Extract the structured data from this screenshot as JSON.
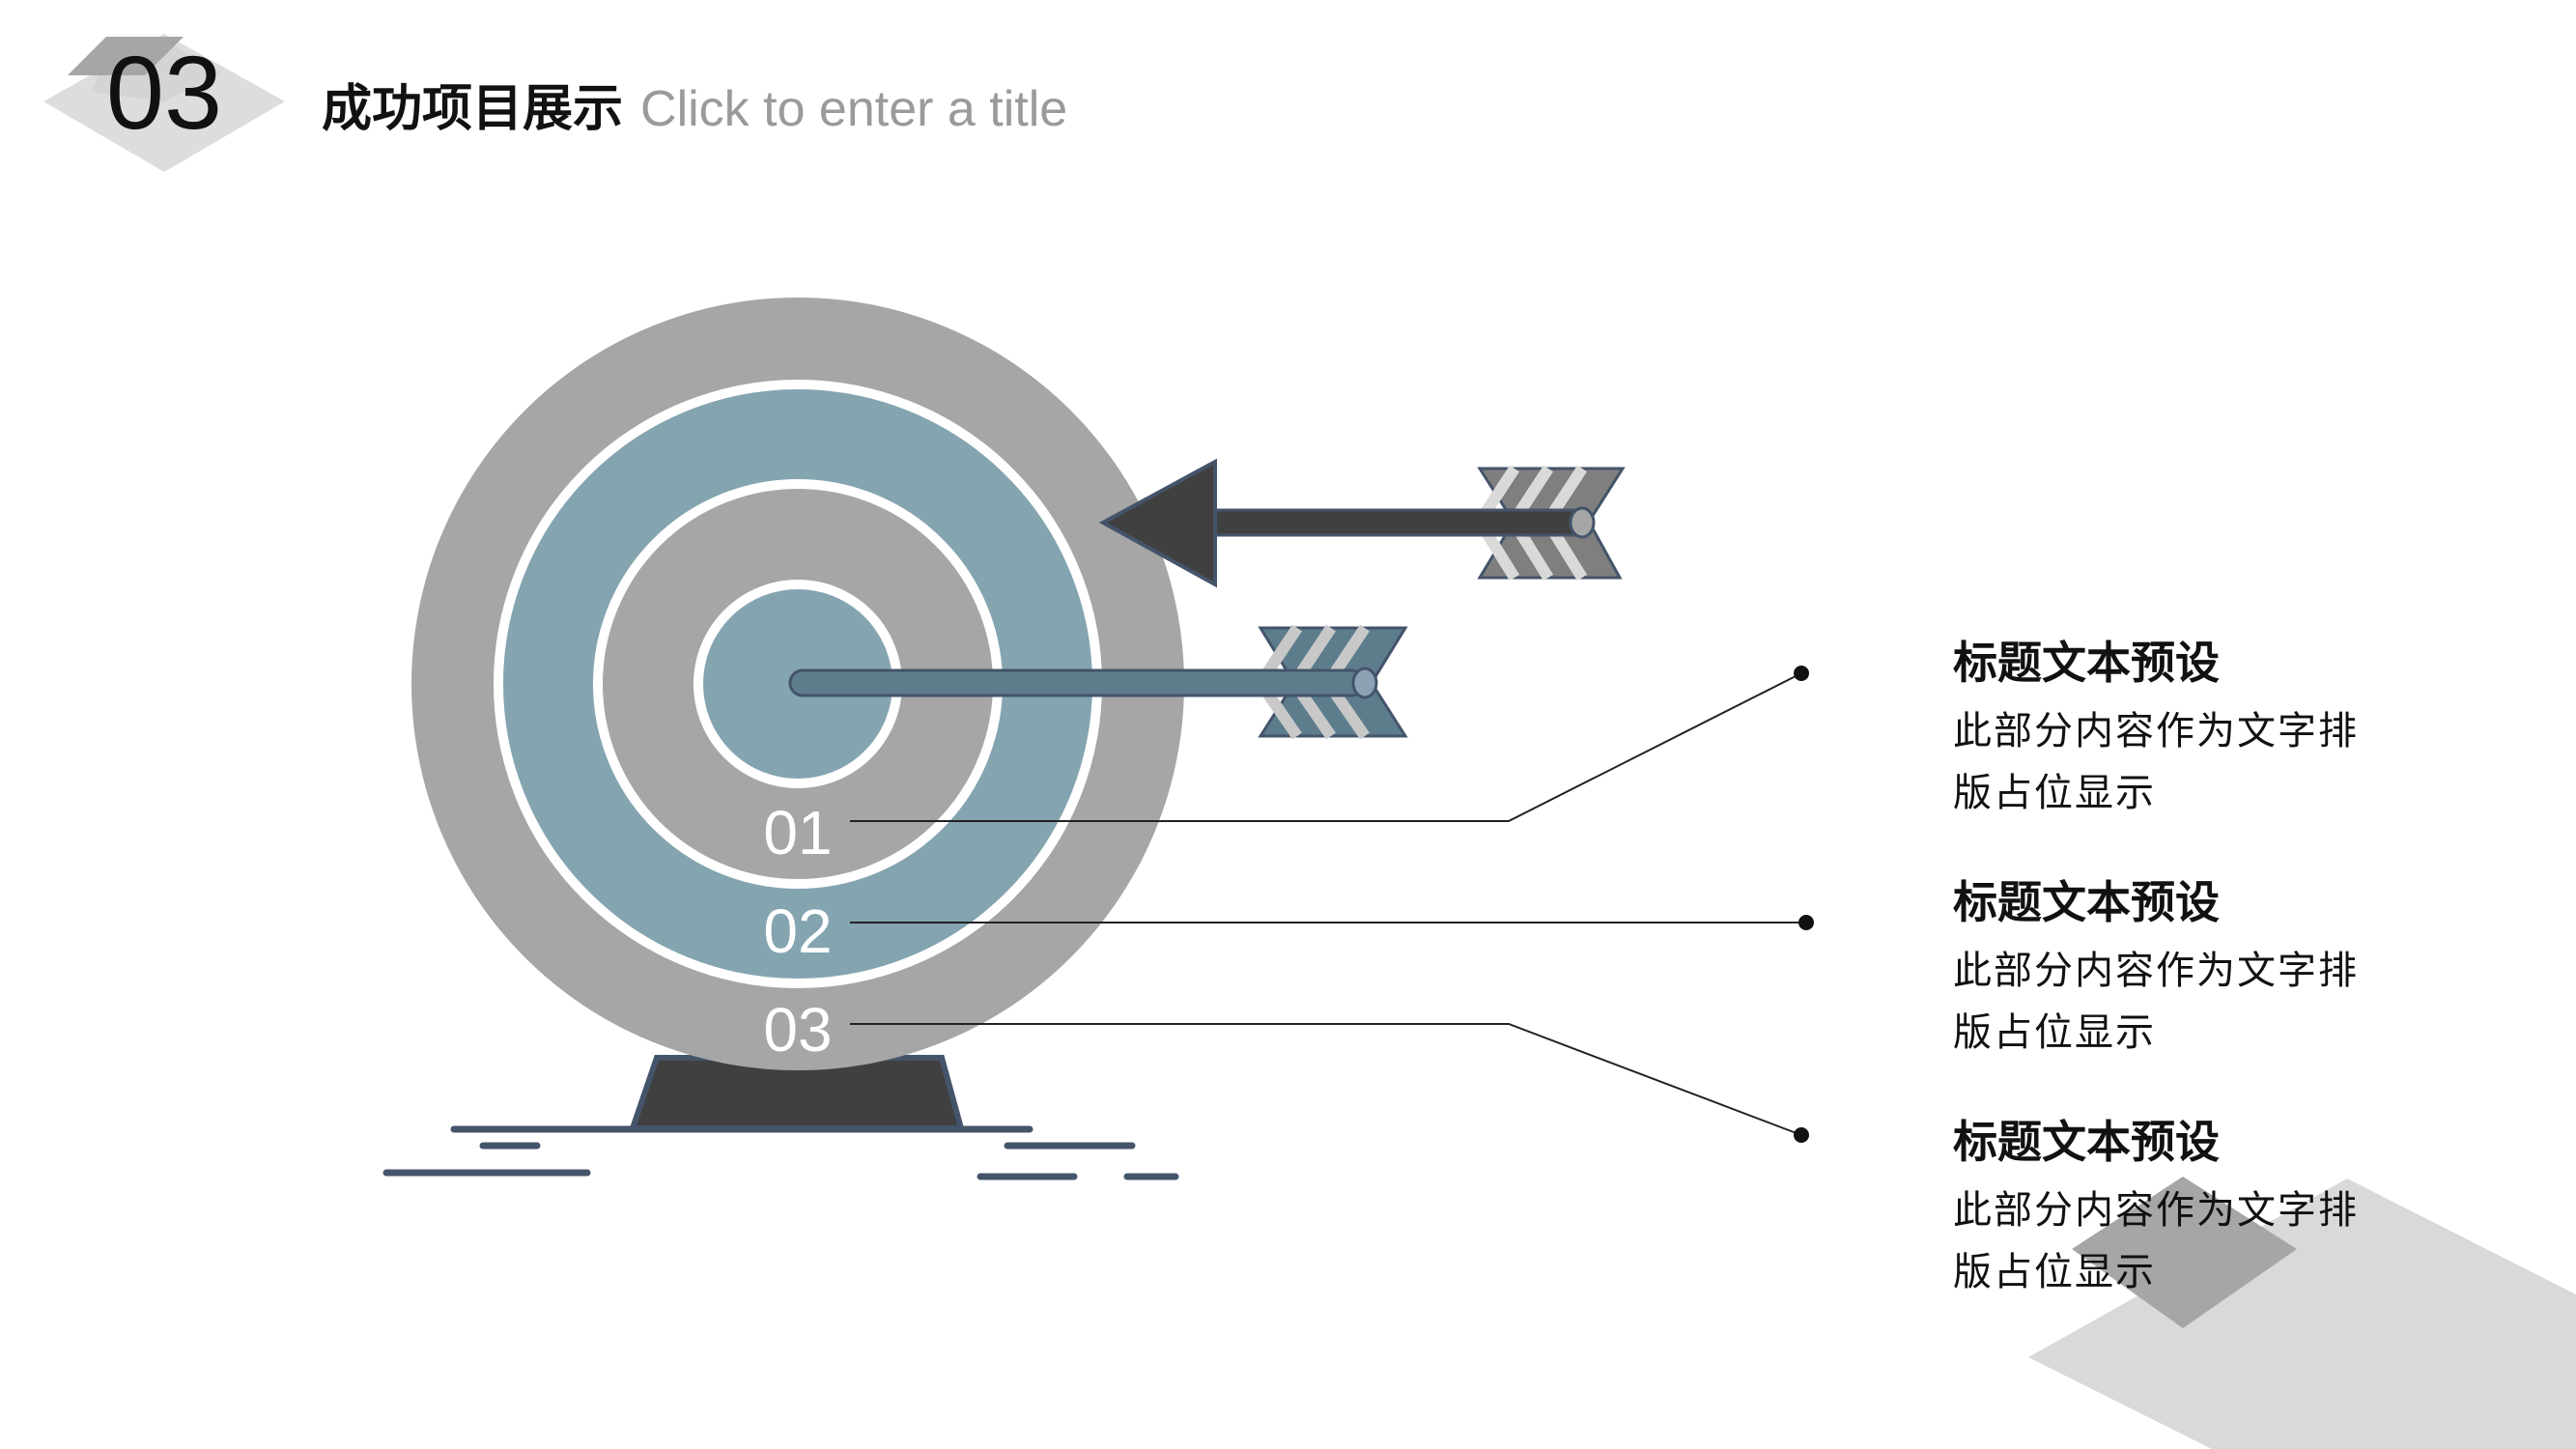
{
  "header": {
    "section_number": "03",
    "title_zh": "成功项目展示",
    "title_en": "Click to enter a title"
  },
  "target": {
    "ring_labels": [
      "01",
      "02",
      "03"
    ]
  },
  "items": [
    {
      "title": "标题文本预设",
      "desc": "此部分内容作为文字排版占位显示"
    },
    {
      "title": "标题文本预设",
      "desc": "此部分内容作为文字排版占位显示"
    },
    {
      "title": "标题文本预设",
      "desc": "此部分内容作为文字排版占位显示"
    }
  ],
  "colors": {
    "gray": "#a6a6a6",
    "slate_blue": "#84a4b0",
    "dark": "#404040",
    "navy_line": "#44546a",
    "light_gray": "#d9d9d9"
  }
}
